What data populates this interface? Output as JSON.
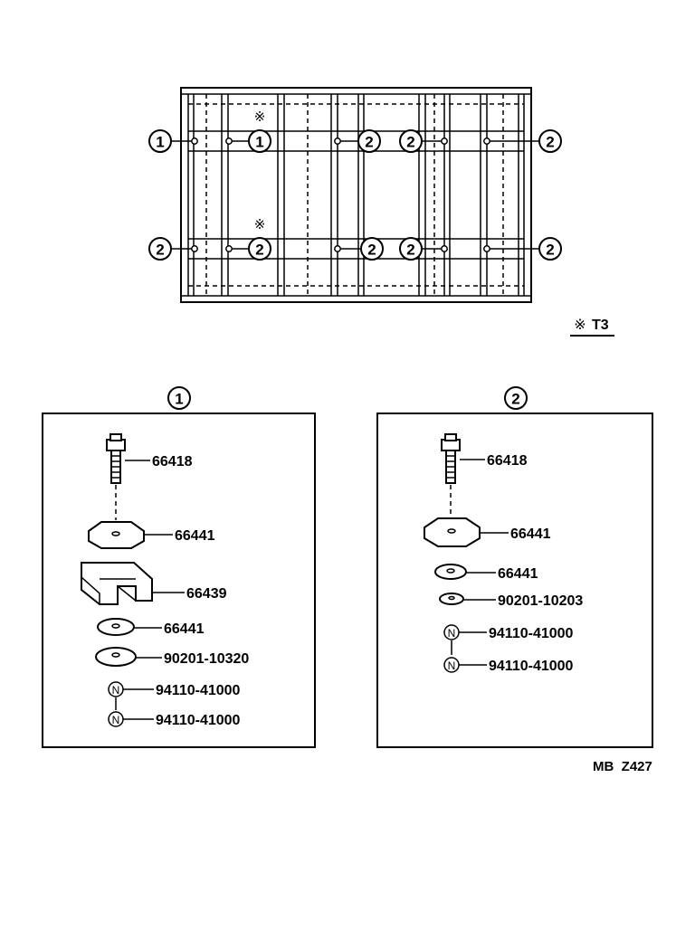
{
  "top_view": {
    "callouts_row1": [
      "1",
      "1",
      "2",
      "2",
      "2"
    ],
    "callouts_row2": [
      "2",
      "2",
      "2",
      "2",
      "2"
    ],
    "marks": [
      "※",
      "※"
    ]
  },
  "legend": {
    "symbol": "※",
    "text": "T3"
  },
  "panel1": {
    "header": "1",
    "parts": [
      "66418",
      "66441",
      "66439",
      "66441",
      "90201-10320",
      "94110-41000",
      "94110-41000"
    ],
    "nut_symbol": "N"
  },
  "panel2": {
    "header": "2",
    "parts": [
      "66418",
      "66441",
      "66441",
      "90201-10203",
      "94110-41000",
      "94110-41000"
    ],
    "nut_symbol": "N"
  },
  "footer_code": "MB  Z427"
}
